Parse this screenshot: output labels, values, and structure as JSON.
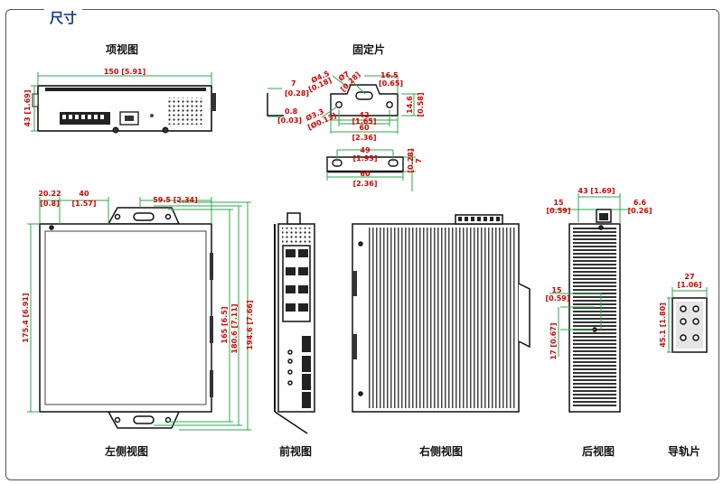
{
  "section_title": "尺寸",
  "views": {
    "top": "项视图",
    "bracket": "固定片",
    "left": "左侧视图",
    "front": "前视图",
    "right": "右侧视图",
    "rear": "后视图",
    "rail": "导轨片"
  },
  "dims": {
    "top_width": "150 [5.91]",
    "top_height": "43 [1.69]",
    "br_d45": "Ø4.5",
    "br_d45_in": "[0.18]",
    "br_d7": "Ø7",
    "br_d7_in": "[0.28]",
    "br_165": "16.5",
    "br_165_in": "[0.65]",
    "br_7": "7",
    "br_7_in": "[0.28]",
    "br_08": "0.8",
    "br_08_in": "[0.03]",
    "br_33": "Ø3.3",
    "br_33_in": "[Ø0.13]",
    "br_42": "42",
    "br_42_in": "[1.65]",
    "br_60": "60",
    "br_60_in": "[2.36]",
    "br_146": "14.6",
    "br_146_in": "[0.58]",
    "br2_49": "49",
    "br2_49_in": "[1.93]",
    "br2_60": "60",
    "br2_60_in": "[2.36]",
    "br2_7": "7",
    "br2_7_in": "[0.28]",
    "left_2022": "20.22",
    "left_2022_in": "[0.8]",
    "left_40": "40",
    "left_40_in": "[1.57]",
    "left_595": "59.5 [2.34]",
    "left_1754": "175.4 [6.91]",
    "left_165": "165 [6.5]",
    "left_1806": "180.6 [7.11]",
    "left_1946": "194.6 [7.66]",
    "rear_43": "43 [1.69]",
    "rear_15a": "15",
    "rear_15a_in": "[0.59]",
    "rear_66": "6.6",
    "rear_66_in": "[0.26]",
    "rear_15b": "15",
    "rear_15b_in": "[0.59]",
    "rear_17": "17 [0.67]",
    "rail_27": "27",
    "rail_27_in": "[1.06]",
    "rail_451": "45.1 [1.80]"
  }
}
